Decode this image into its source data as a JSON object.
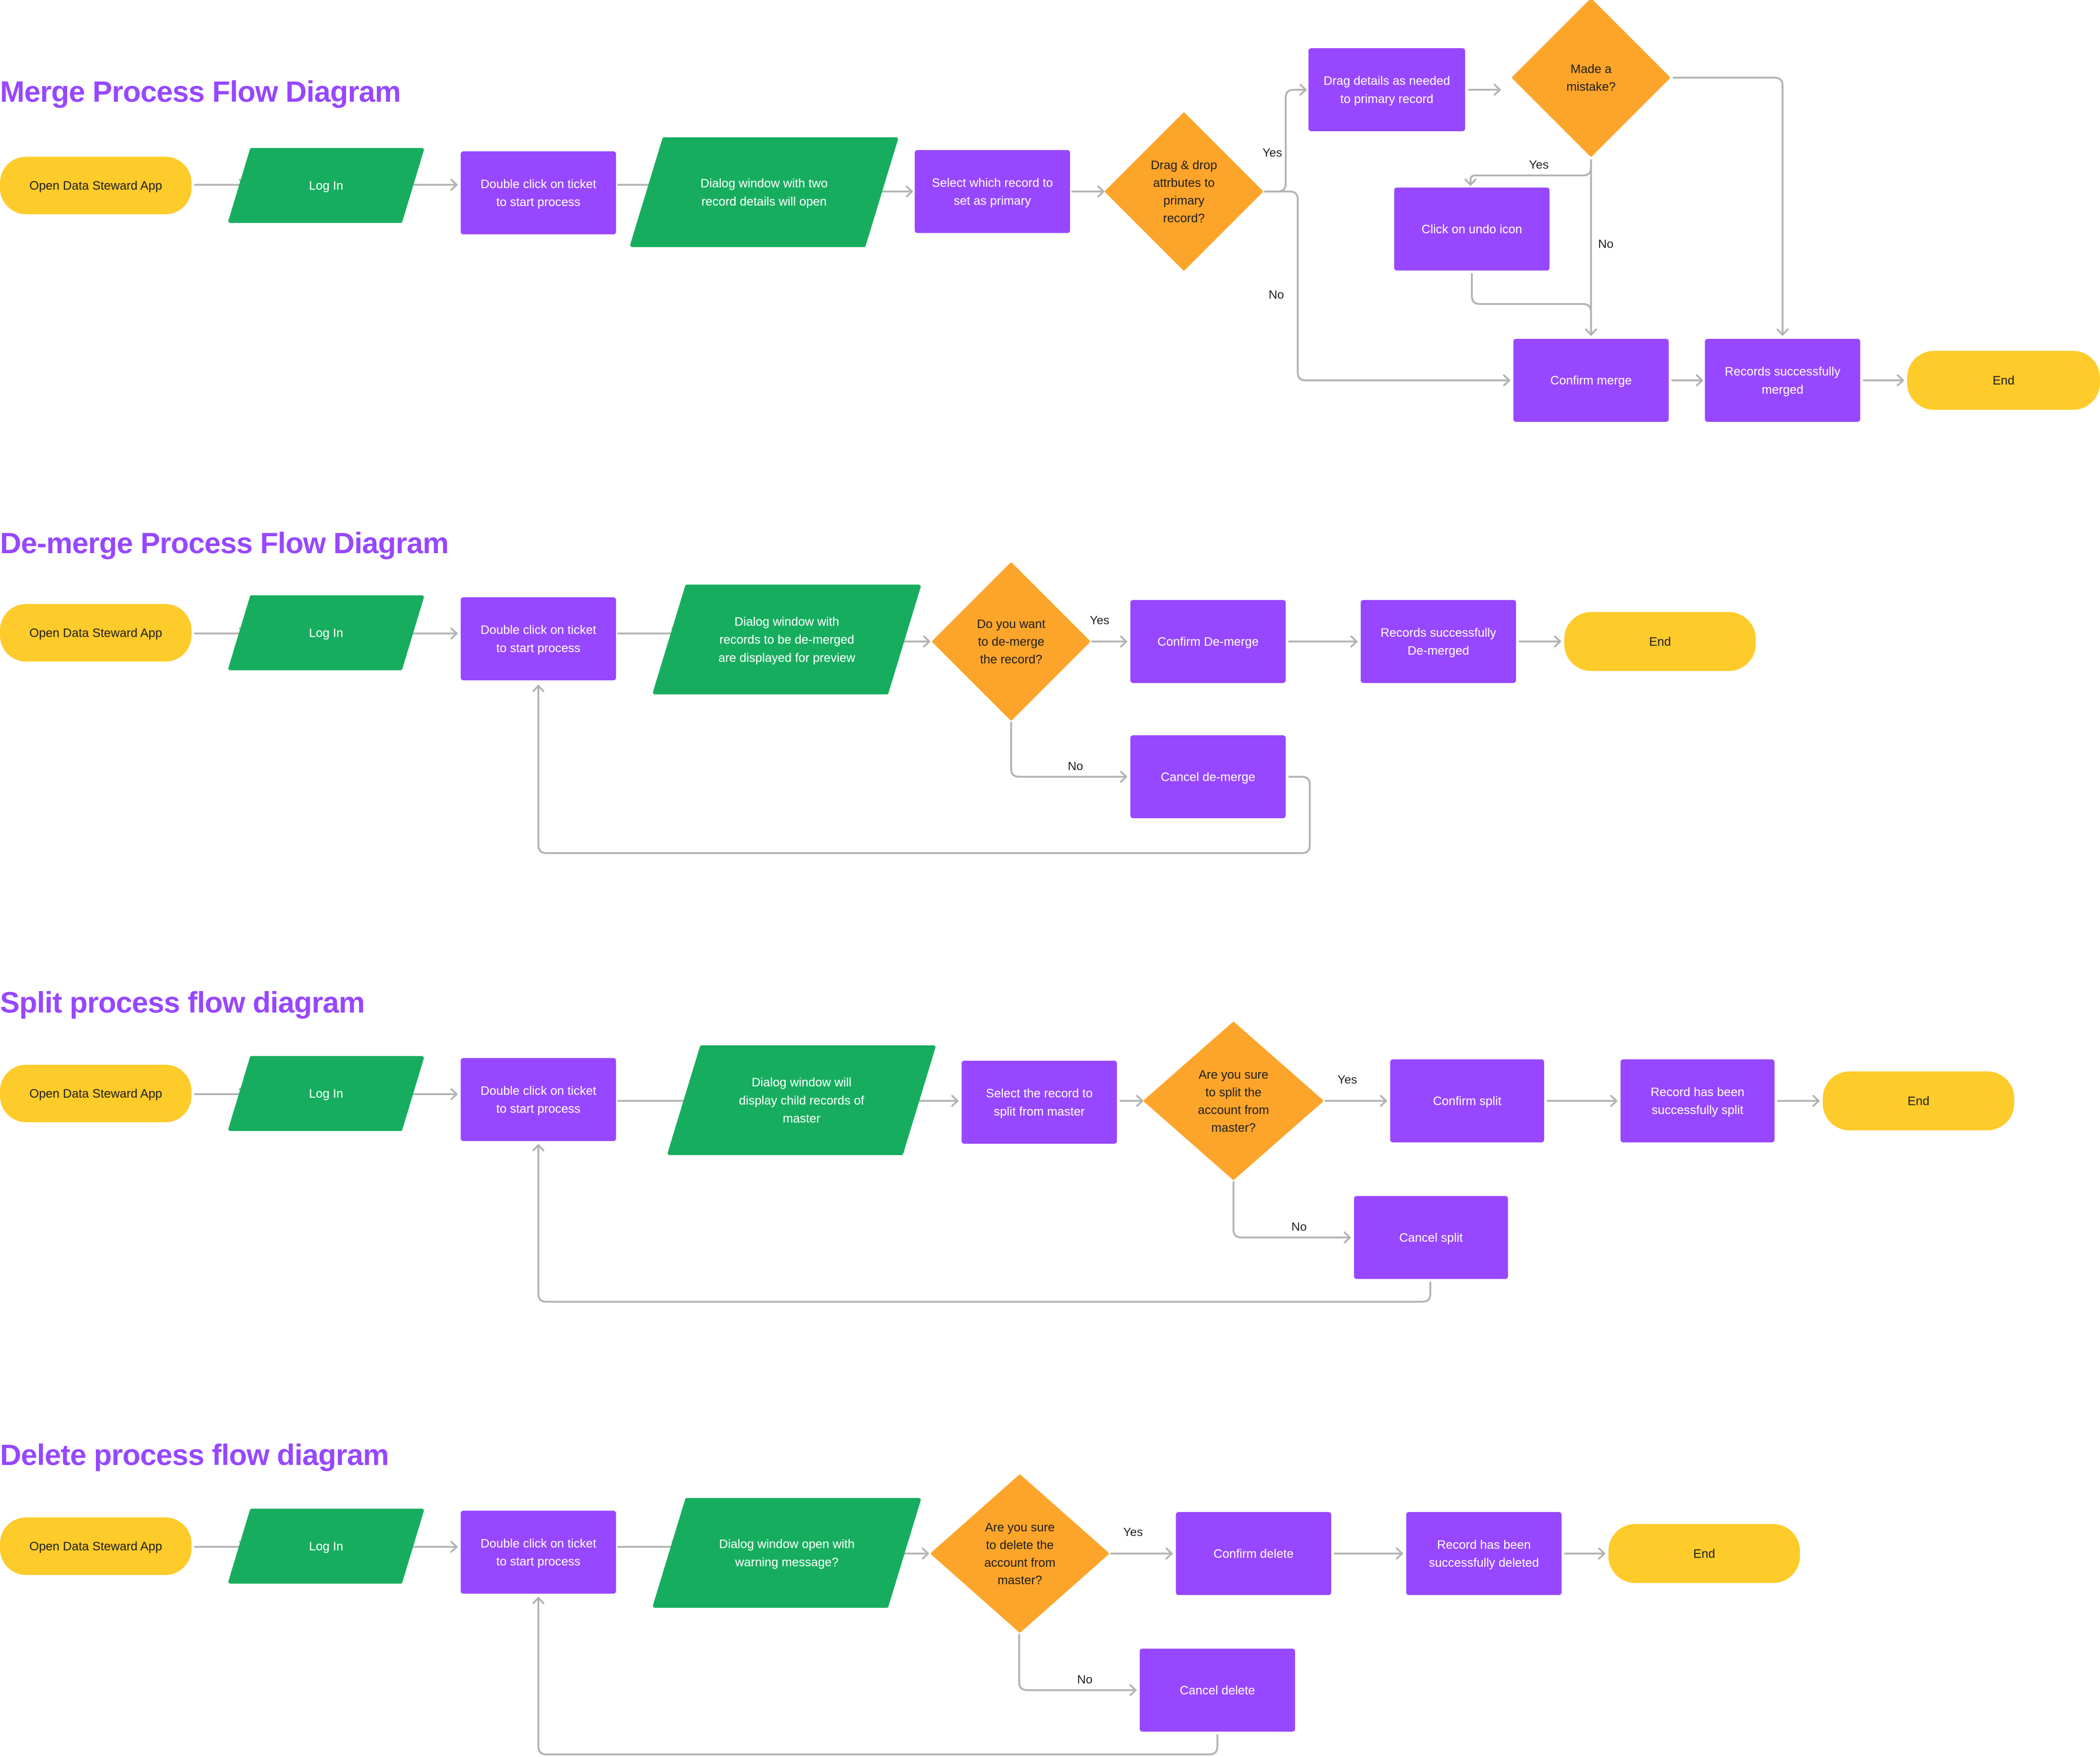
{
  "colors": {
    "terminal": "#fdcb2a",
    "io": "#17ad5f",
    "process": "#9747ff",
    "decision": "#fca52a",
    "connector": "#b3b3b3",
    "title": "#9747ff",
    "dark_text": "#1e1e1e",
    "light_text": "#ffffff"
  },
  "diagrams": [
    {
      "id": "merge",
      "title": "Merge Process Flow Diagram",
      "nodes": [
        {
          "id": "start",
          "type": "terminal",
          "lines": [
            "Open Data Steward App"
          ]
        },
        {
          "id": "login",
          "type": "io",
          "lines": [
            "Log In"
          ]
        },
        {
          "id": "dblclick",
          "type": "process",
          "lines": [
            "Double click on ticket",
            "to start process"
          ]
        },
        {
          "id": "dialog",
          "type": "io",
          "lines": [
            "Dialog window with two",
            "record details will open"
          ]
        },
        {
          "id": "select",
          "type": "process",
          "lines": [
            "Select which record to",
            "set as primary"
          ]
        },
        {
          "id": "dragdrop",
          "type": "decision",
          "lines": [
            "Drag & drop",
            "attrbutes to",
            "primary",
            "record?"
          ]
        },
        {
          "id": "dragdetails",
          "type": "process",
          "lines": [
            "Drag details as needed",
            "to primary record"
          ]
        },
        {
          "id": "mistake",
          "type": "decision",
          "lines": [
            "Made a",
            "mistake?"
          ]
        },
        {
          "id": "undo",
          "type": "process",
          "lines": [
            "Click on undo icon"
          ]
        },
        {
          "id": "confirm",
          "type": "process",
          "lines": [
            "Confirm merge"
          ]
        },
        {
          "id": "success",
          "type": "process",
          "lines": [
            "Records successfully",
            "merged"
          ]
        },
        {
          "id": "end",
          "type": "terminal",
          "lines": [
            "End"
          ]
        }
      ],
      "edges": [
        {
          "from": "start",
          "to": "login",
          "label": ""
        },
        {
          "from": "login",
          "to": "dblclick",
          "label": ""
        },
        {
          "from": "dblclick",
          "to": "dialog",
          "label": ""
        },
        {
          "from": "dialog",
          "to": "select",
          "label": ""
        },
        {
          "from": "select",
          "to": "dragdrop",
          "label": ""
        },
        {
          "from": "dragdrop",
          "to": "dragdetails",
          "label": "Yes"
        },
        {
          "from": "dragdrop",
          "to": "confirm",
          "label": "No"
        },
        {
          "from": "dragdetails",
          "to": "mistake",
          "label": ""
        },
        {
          "from": "mistake",
          "to": "undo",
          "label": "Yes"
        },
        {
          "from": "mistake",
          "to": "confirm",
          "label": "No"
        },
        {
          "from": "mistake",
          "to": "success",
          "label": ""
        },
        {
          "from": "undo",
          "to": "confirm",
          "label": ""
        },
        {
          "from": "confirm",
          "to": "success",
          "label": ""
        },
        {
          "from": "success",
          "to": "end",
          "label": ""
        }
      ]
    },
    {
      "id": "demerge",
      "title": "De-merge Process Flow Diagram",
      "nodes": [
        {
          "id": "start",
          "type": "terminal",
          "lines": [
            "Open Data Steward App"
          ]
        },
        {
          "id": "login",
          "type": "io",
          "lines": [
            "Log In"
          ]
        },
        {
          "id": "dblclick",
          "type": "process",
          "lines": [
            "Double click on ticket",
            "to start process"
          ]
        },
        {
          "id": "dialog",
          "type": "io",
          "lines": [
            "Dialog window with",
            "records to be de-merged",
            "are displayed for preview"
          ]
        },
        {
          "id": "decide",
          "type": "decision",
          "lines": [
            "Do you want",
            "to de-merge",
            "the record?"
          ]
        },
        {
          "id": "confirm",
          "type": "process",
          "lines": [
            "Confirm De-merge"
          ]
        },
        {
          "id": "success",
          "type": "process",
          "lines": [
            "Records successfully",
            "De-merged"
          ]
        },
        {
          "id": "end",
          "type": "terminal",
          "lines": [
            "End"
          ]
        },
        {
          "id": "cancel",
          "type": "process",
          "lines": [
            "Cancel de-merge"
          ]
        }
      ],
      "edges": [
        {
          "from": "start",
          "to": "login",
          "label": ""
        },
        {
          "from": "login",
          "to": "dblclick",
          "label": ""
        },
        {
          "from": "dblclick",
          "to": "dialog",
          "label": ""
        },
        {
          "from": "dialog",
          "to": "decide",
          "label": ""
        },
        {
          "from": "decide",
          "to": "confirm",
          "label": "Yes"
        },
        {
          "from": "decide",
          "to": "cancel",
          "label": "No"
        },
        {
          "from": "confirm",
          "to": "success",
          "label": ""
        },
        {
          "from": "success",
          "to": "end",
          "label": ""
        },
        {
          "from": "cancel",
          "to": "dblclick",
          "label": ""
        }
      ]
    },
    {
      "id": "split",
      "title": "Split process flow diagram",
      "nodes": [
        {
          "id": "start",
          "type": "terminal",
          "lines": [
            "Open Data Steward App"
          ]
        },
        {
          "id": "login",
          "type": "io",
          "lines": [
            "Log In"
          ]
        },
        {
          "id": "dblclick",
          "type": "process",
          "lines": [
            "Double click on ticket",
            "to start process"
          ]
        },
        {
          "id": "dialog",
          "type": "io",
          "lines": [
            "Dialog window will",
            "display child records of",
            "master"
          ]
        },
        {
          "id": "select",
          "type": "process",
          "lines": [
            "Select the record to",
            "split from master"
          ]
        },
        {
          "id": "decide",
          "type": "decision",
          "lines": [
            "Are you sure",
            "to split the",
            "account from",
            "master?"
          ]
        },
        {
          "id": "confirm",
          "type": "process",
          "lines": [
            "Confirm split"
          ]
        },
        {
          "id": "success",
          "type": "process",
          "lines": [
            "Record has been",
            "successfully split"
          ]
        },
        {
          "id": "end",
          "type": "terminal",
          "lines": [
            "End"
          ]
        },
        {
          "id": "cancel",
          "type": "process",
          "lines": [
            "Cancel split"
          ]
        }
      ],
      "edges": [
        {
          "from": "start",
          "to": "login",
          "label": ""
        },
        {
          "from": "login",
          "to": "dblclick",
          "label": ""
        },
        {
          "from": "dblclick",
          "to": "dialog",
          "label": ""
        },
        {
          "from": "dialog",
          "to": "select",
          "label": ""
        },
        {
          "from": "select",
          "to": "decide",
          "label": ""
        },
        {
          "from": "decide",
          "to": "confirm",
          "label": "Yes"
        },
        {
          "from": "decide",
          "to": "cancel",
          "label": "No"
        },
        {
          "from": "confirm",
          "to": "success",
          "label": ""
        },
        {
          "from": "success",
          "to": "end",
          "label": ""
        },
        {
          "from": "cancel",
          "to": "dblclick",
          "label": ""
        }
      ]
    },
    {
      "id": "delete",
      "title": "Delete process flow diagram",
      "nodes": [
        {
          "id": "start",
          "type": "terminal",
          "lines": [
            "Open Data Steward App"
          ]
        },
        {
          "id": "login",
          "type": "io",
          "lines": [
            "Log In"
          ]
        },
        {
          "id": "dblclick",
          "type": "process",
          "lines": [
            "Double click on ticket",
            "to start process"
          ]
        },
        {
          "id": "dialog",
          "type": "io",
          "lines": [
            "Dialog window open with",
            "warning message?"
          ]
        },
        {
          "id": "decide",
          "type": "decision",
          "lines": [
            "Are you sure",
            "to delete the",
            "account from",
            "master?"
          ]
        },
        {
          "id": "confirm",
          "type": "process",
          "lines": [
            "Confirm delete"
          ]
        },
        {
          "id": "success",
          "type": "process",
          "lines": [
            "Record has been",
            "successfully deleted"
          ]
        },
        {
          "id": "end",
          "type": "terminal",
          "lines": [
            "End"
          ]
        },
        {
          "id": "cancel",
          "type": "process",
          "lines": [
            "Cancel delete"
          ]
        }
      ],
      "edges": [
        {
          "from": "start",
          "to": "login",
          "label": ""
        },
        {
          "from": "login",
          "to": "dblclick",
          "label": ""
        },
        {
          "from": "dblclick",
          "to": "dialog",
          "label": ""
        },
        {
          "from": "dialog",
          "to": "decide",
          "label": ""
        },
        {
          "from": "decide",
          "to": "confirm",
          "label": "Yes"
        },
        {
          "from": "decide",
          "to": "cancel",
          "label": "No"
        },
        {
          "from": "confirm",
          "to": "success",
          "label": ""
        },
        {
          "from": "success",
          "to": "end",
          "label": ""
        },
        {
          "from": "cancel",
          "to": "dblclick",
          "label": ""
        }
      ]
    }
  ]
}
